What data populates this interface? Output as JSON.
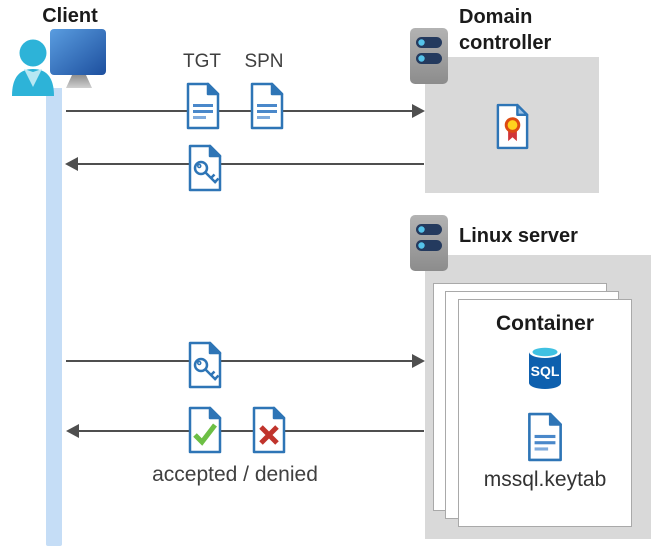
{
  "client": {
    "label": "Client"
  },
  "domain_controller": {
    "label_line1": "Domain",
    "label_line2": "controller"
  },
  "linux_server": {
    "label": "Linux server"
  },
  "container": {
    "title": "Container",
    "sql_icon_label": "SQL",
    "keytab_file": "mssql.keytab"
  },
  "flow": {
    "tgt_label": "TGT",
    "spn_label": "SPN",
    "result_label": "accepted / denied"
  },
  "colors": {
    "document_blue": "#2e75b6",
    "zone_gray": "#d9d9d9",
    "timeline_blue": "#c5ddf6",
    "arrow_gray": "#4f4f4f",
    "person_cyan": "#2db3d8",
    "check_green": "#6dbf45",
    "cross_red": "#c0342c",
    "sql_blue": "#0e60ae",
    "seal_yellow": "#ffd21e",
    "seal_ribbon_red": "#d13438"
  }
}
